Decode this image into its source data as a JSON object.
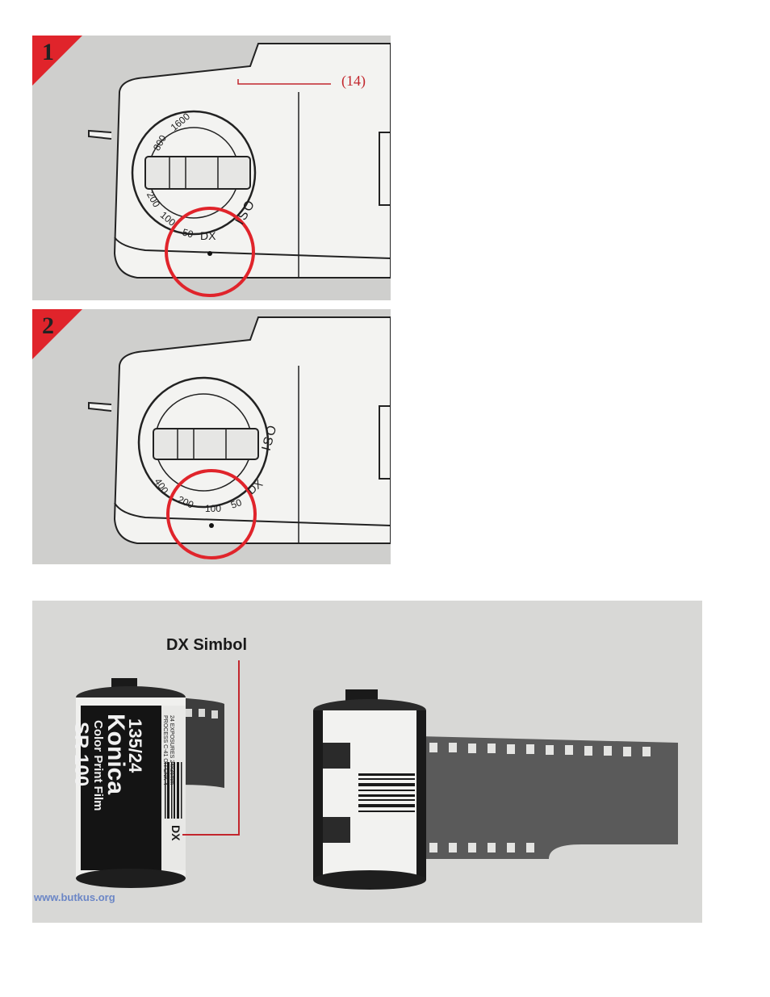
{
  "panel1": {
    "step": "1",
    "reference": "(14)",
    "dial_labels": [
      "1600",
      "800",
      "200",
      "100",
      "50",
      "DX",
      "ISO"
    ]
  },
  "panel2": {
    "step": "2",
    "dial_labels": [
      "ISO",
      "400",
      "200",
      "100",
      "50",
      "DX"
    ]
  },
  "photo": {
    "callout": "DX Simbol",
    "canister": {
      "brand": "Konica",
      "size": "135/24",
      "product": "Color Print Film",
      "model": "SR 100",
      "exposures": "24 EXPOSURES 24x36mm",
      "process": "PROCESS C-41 OR CNK-4",
      "dx_mark": "DX"
    },
    "watermark": "www.butkus.org"
  },
  "colors": {
    "accent_red": "#e0242b",
    "panel_gray": "#cfcfcd"
  }
}
